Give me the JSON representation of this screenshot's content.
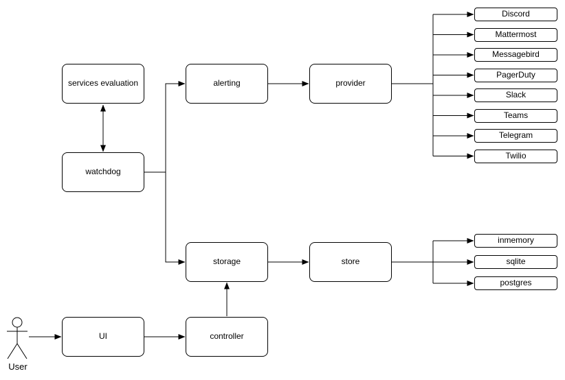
{
  "diagram": {
    "nodes": {
      "services_evaluation": "services evaluation",
      "watchdog": "watchdog",
      "alerting": "alerting",
      "provider": "provider",
      "storage": "storage",
      "store": "store",
      "ui": "UI",
      "controller": "controller"
    },
    "actor_label": "User",
    "provider_children": [
      "Discord",
      "Mattermost",
      "Messagebird",
      "PagerDuty",
      "Slack",
      "Teams",
      "Telegram",
      "Twilio"
    ],
    "store_children": [
      "inmemory",
      "sqlite",
      "postgres"
    ],
    "colors": {
      "stroke": "#000000",
      "node_fill": "#ffffff",
      "background": "#ffffff"
    }
  }
}
